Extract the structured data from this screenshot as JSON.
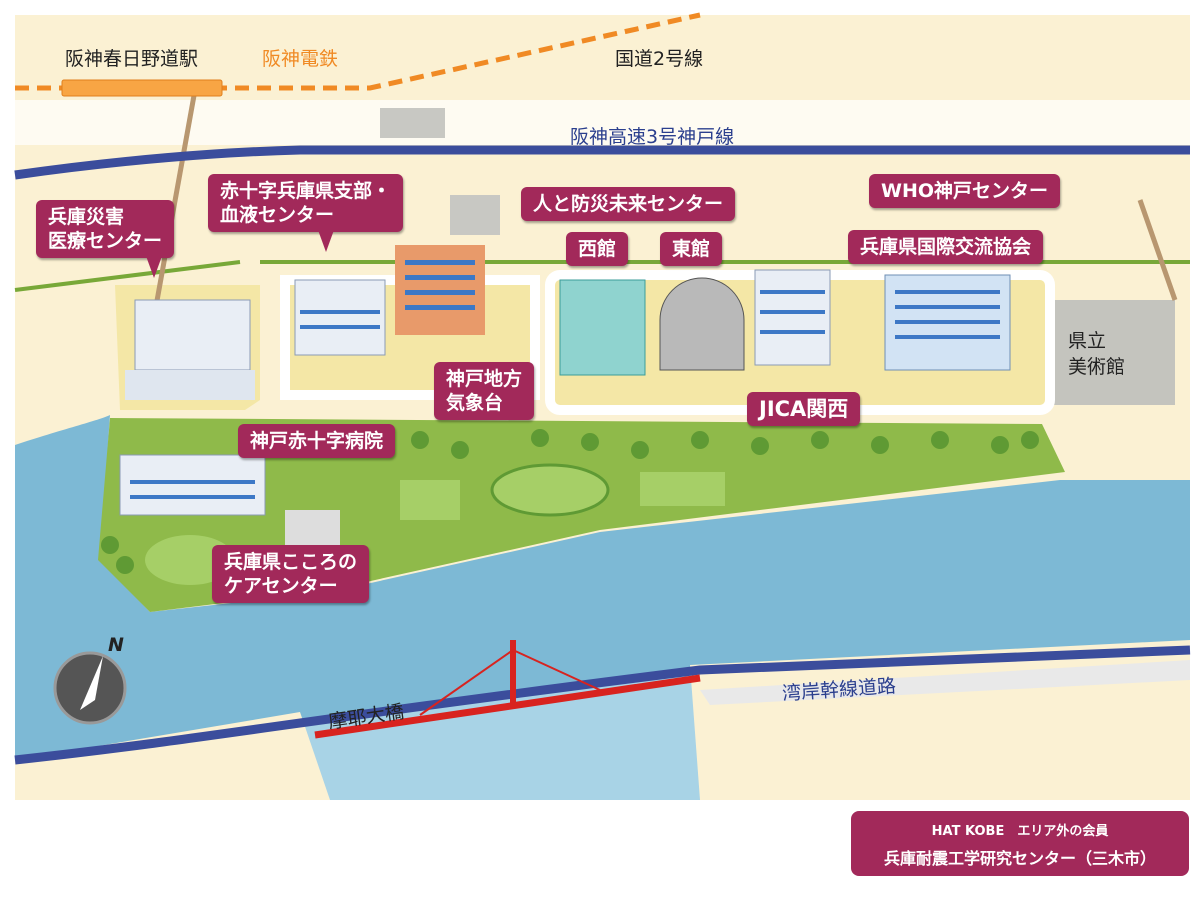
{
  "map": {
    "station": "阪神春日野道駅",
    "railway": "阪神電鉄",
    "route2": "国道2号線",
    "expressway": "阪神高速3号神戸線",
    "bayshore_route": "湾岸幹線道路",
    "bridge": "摩耶大橋",
    "museum": "県立\n美術館",
    "compass": "N"
  },
  "labels": {
    "disaster_medical": [
      "兵庫災害",
      "医療センター"
    ],
    "red_cross_branch": [
      "赤十字兵庫県支部・",
      "血液センター"
    ],
    "dri": "人と防災未来センター",
    "west_building": "西館",
    "east_building": "東館",
    "who": "WHO神戸センター",
    "hyogo_intl": "兵庫県国際交流協会",
    "meteorological": [
      "神戸地方",
      "気象台"
    ],
    "jica": "JICA関西",
    "red_cross_hospital": "神戸赤十字病院",
    "kokoro_care": [
      "兵庫県こころの",
      "ケアセンター"
    ]
  },
  "footer": {
    "line1": "HAT KOBE　エリア外の会員",
    "line2": "兵庫耐震工学研究センター（三木市）"
  },
  "colors": {
    "label": "#a2295a",
    "land": "#fbf1d3",
    "water": "#7db9d5",
    "park": "#8fba4a",
    "expressway": "#3b4d9c",
    "railway": "#f08a24",
    "bridge": "#d8231f"
  }
}
